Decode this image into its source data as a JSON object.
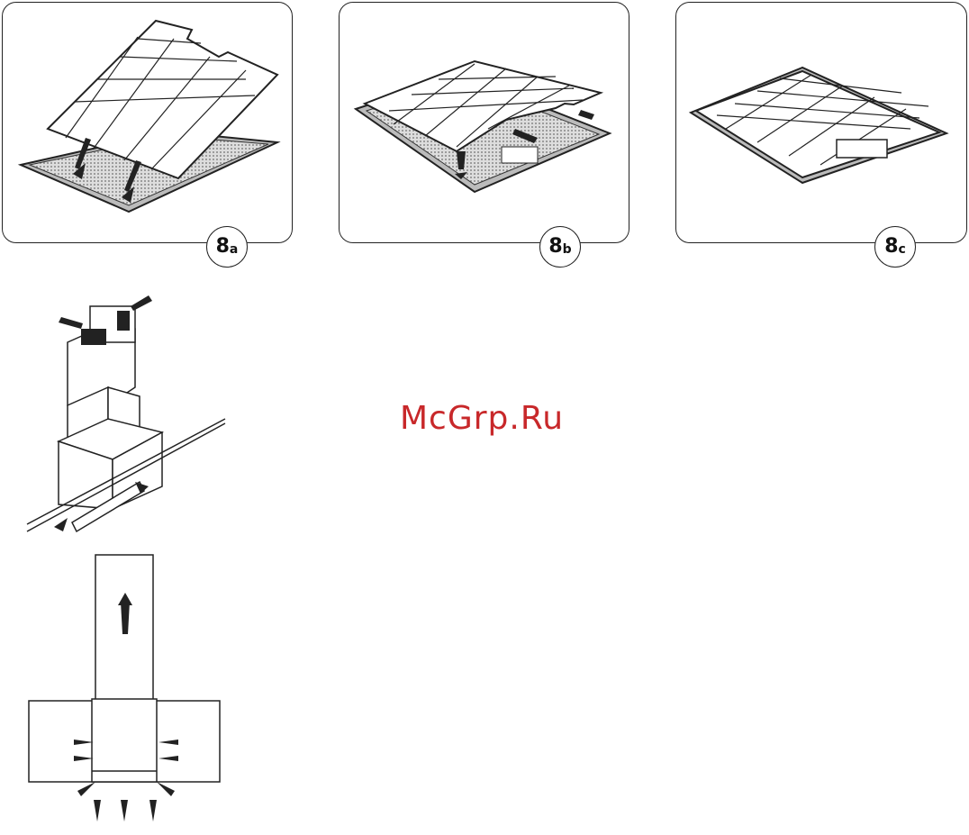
{
  "figures": [
    {
      "id": "8a",
      "number": "8",
      "letter": "a"
    },
    {
      "id": "8b",
      "number": "8",
      "letter": "b"
    },
    {
      "id": "8c",
      "number": "8",
      "letter": "c"
    }
  ],
  "watermark": "McGrp.Ru",
  "colors": {
    "stroke": "#222222",
    "mesh": "#9a9a9a",
    "watermark": "#c8282a"
  }
}
